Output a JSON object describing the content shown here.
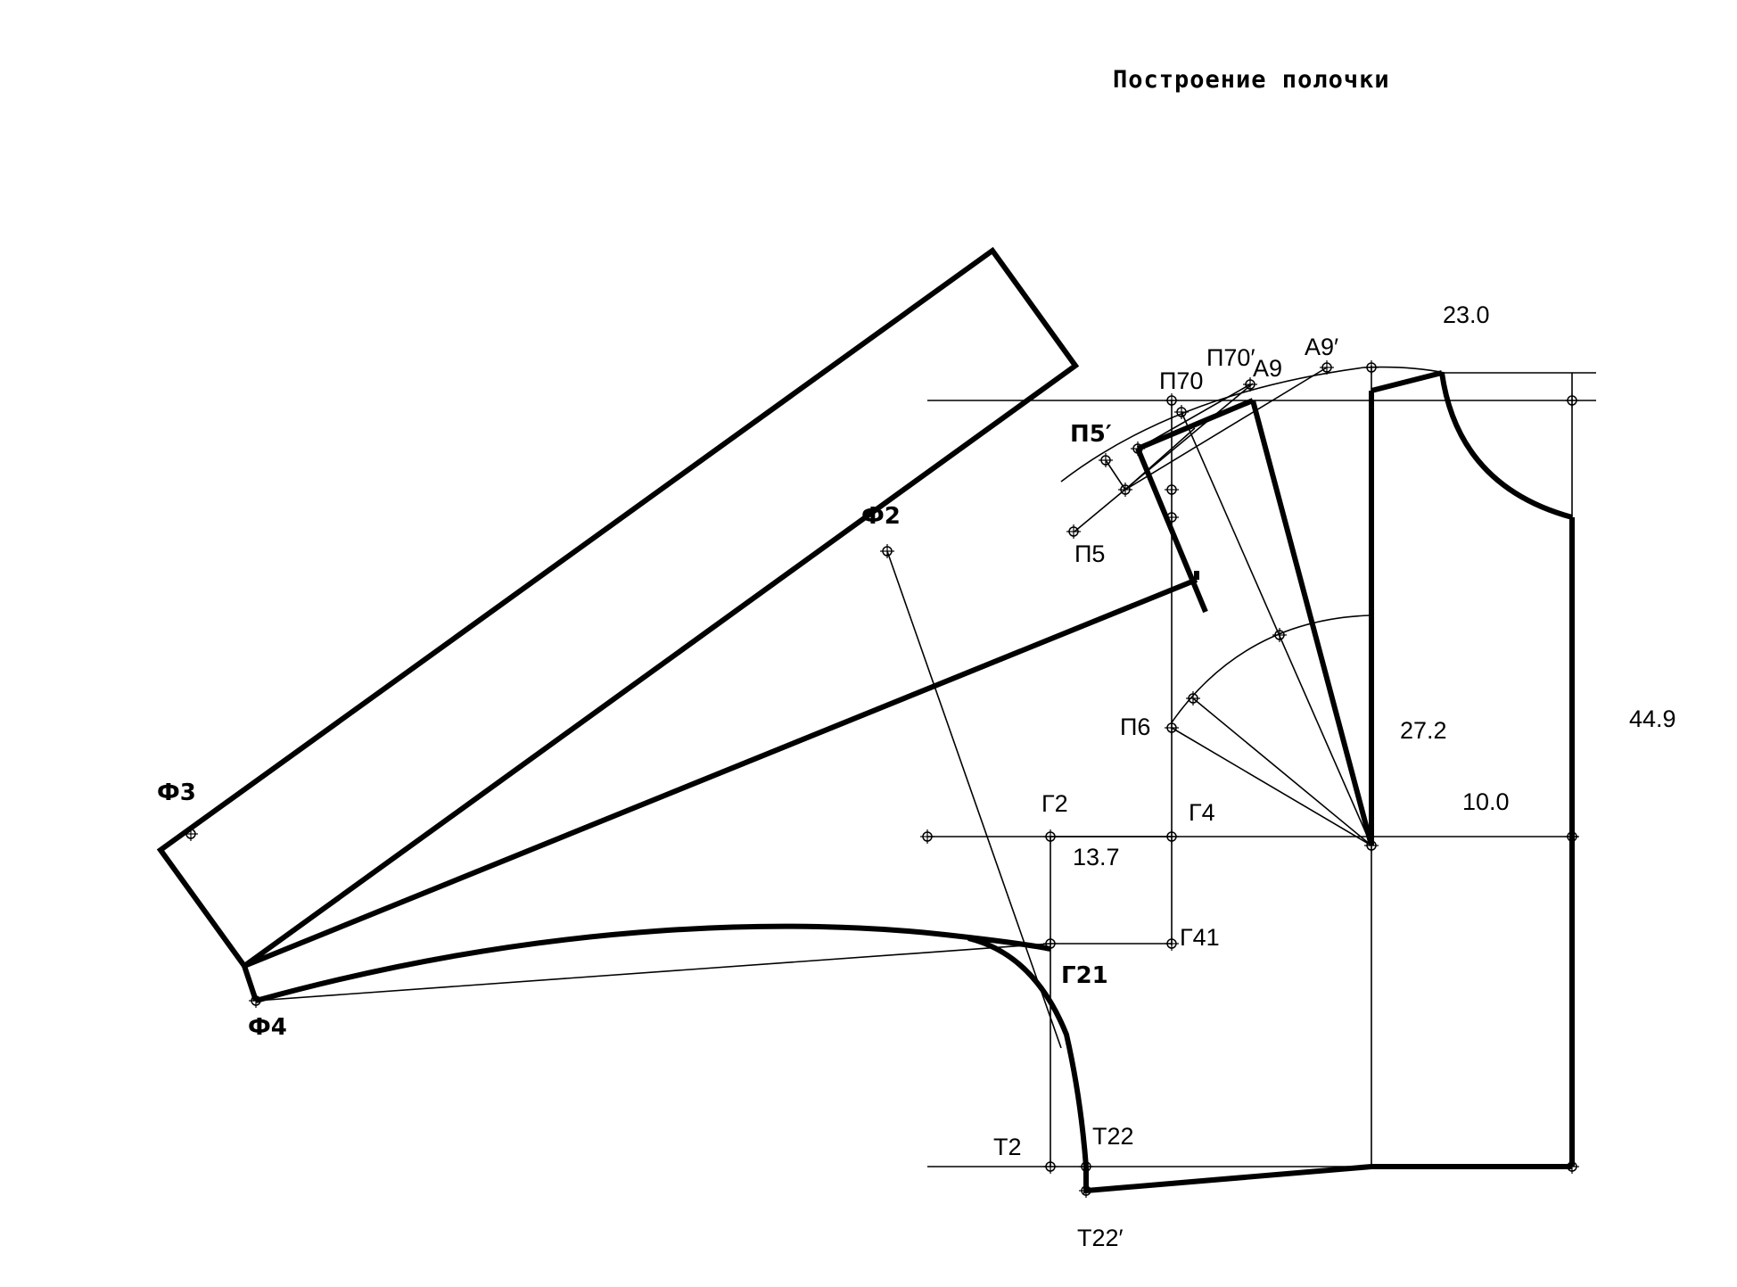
{
  "title": "Построение полочки",
  "points": {
    "f3": "Ф3",
    "f4": "Ф4",
    "f2": "Ф2",
    "p5": "П5",
    "p5p": "П5′",
    "p70": "П70",
    "p70p": "П70′",
    "a9": "А9",
    "a9p": "А9′",
    "p6": "П6",
    "g2": "Г2",
    "g4": "Г4",
    "g41": "Г41",
    "g21": "Г21",
    "t2": "Т2",
    "t22": "Т22",
    "t22p": "Т22′"
  },
  "dimensions": {
    "shoulder_top": "23.0",
    "side_height": "44.9",
    "center_height": "27.2",
    "chest_half": "10.0",
    "armhole_width": "13.7"
  }
}
